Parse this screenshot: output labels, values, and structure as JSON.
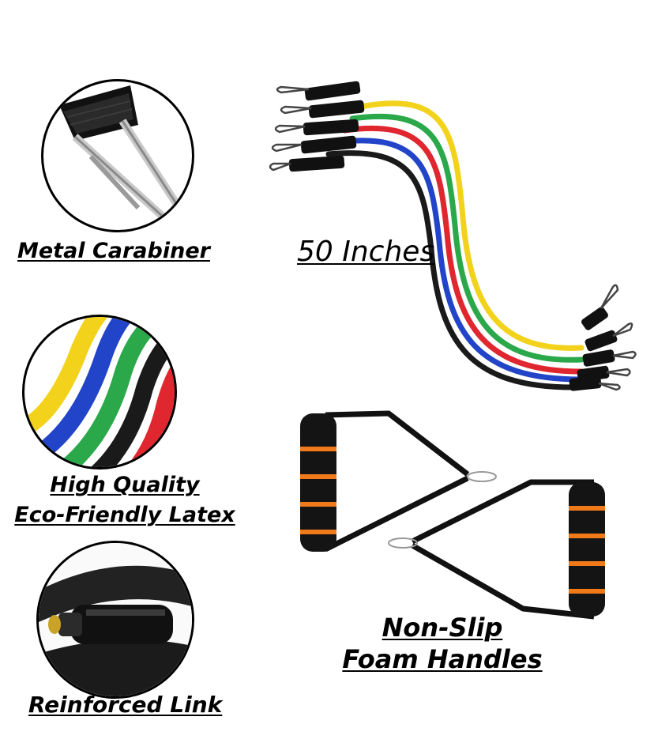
{
  "features": {
    "carabiner": {
      "label": "Metal Carabiner"
    },
    "latex": {
      "line1": "High Quality",
      "line2": "Eco-Friendly Latex"
    },
    "link": {
      "label": "Reinforced Link"
    },
    "length": {
      "label": "50 Inches"
    },
    "handles": {
      "line1": "Non-Slip",
      "line2": "Foam Handles"
    }
  },
  "colors": {
    "yellow": "#f2d21b",
    "green": "#2aa84a",
    "red": "#e0262e",
    "blue": "#2244c8",
    "black": "#1a1a1a",
    "orange": "#f07a1a"
  }
}
